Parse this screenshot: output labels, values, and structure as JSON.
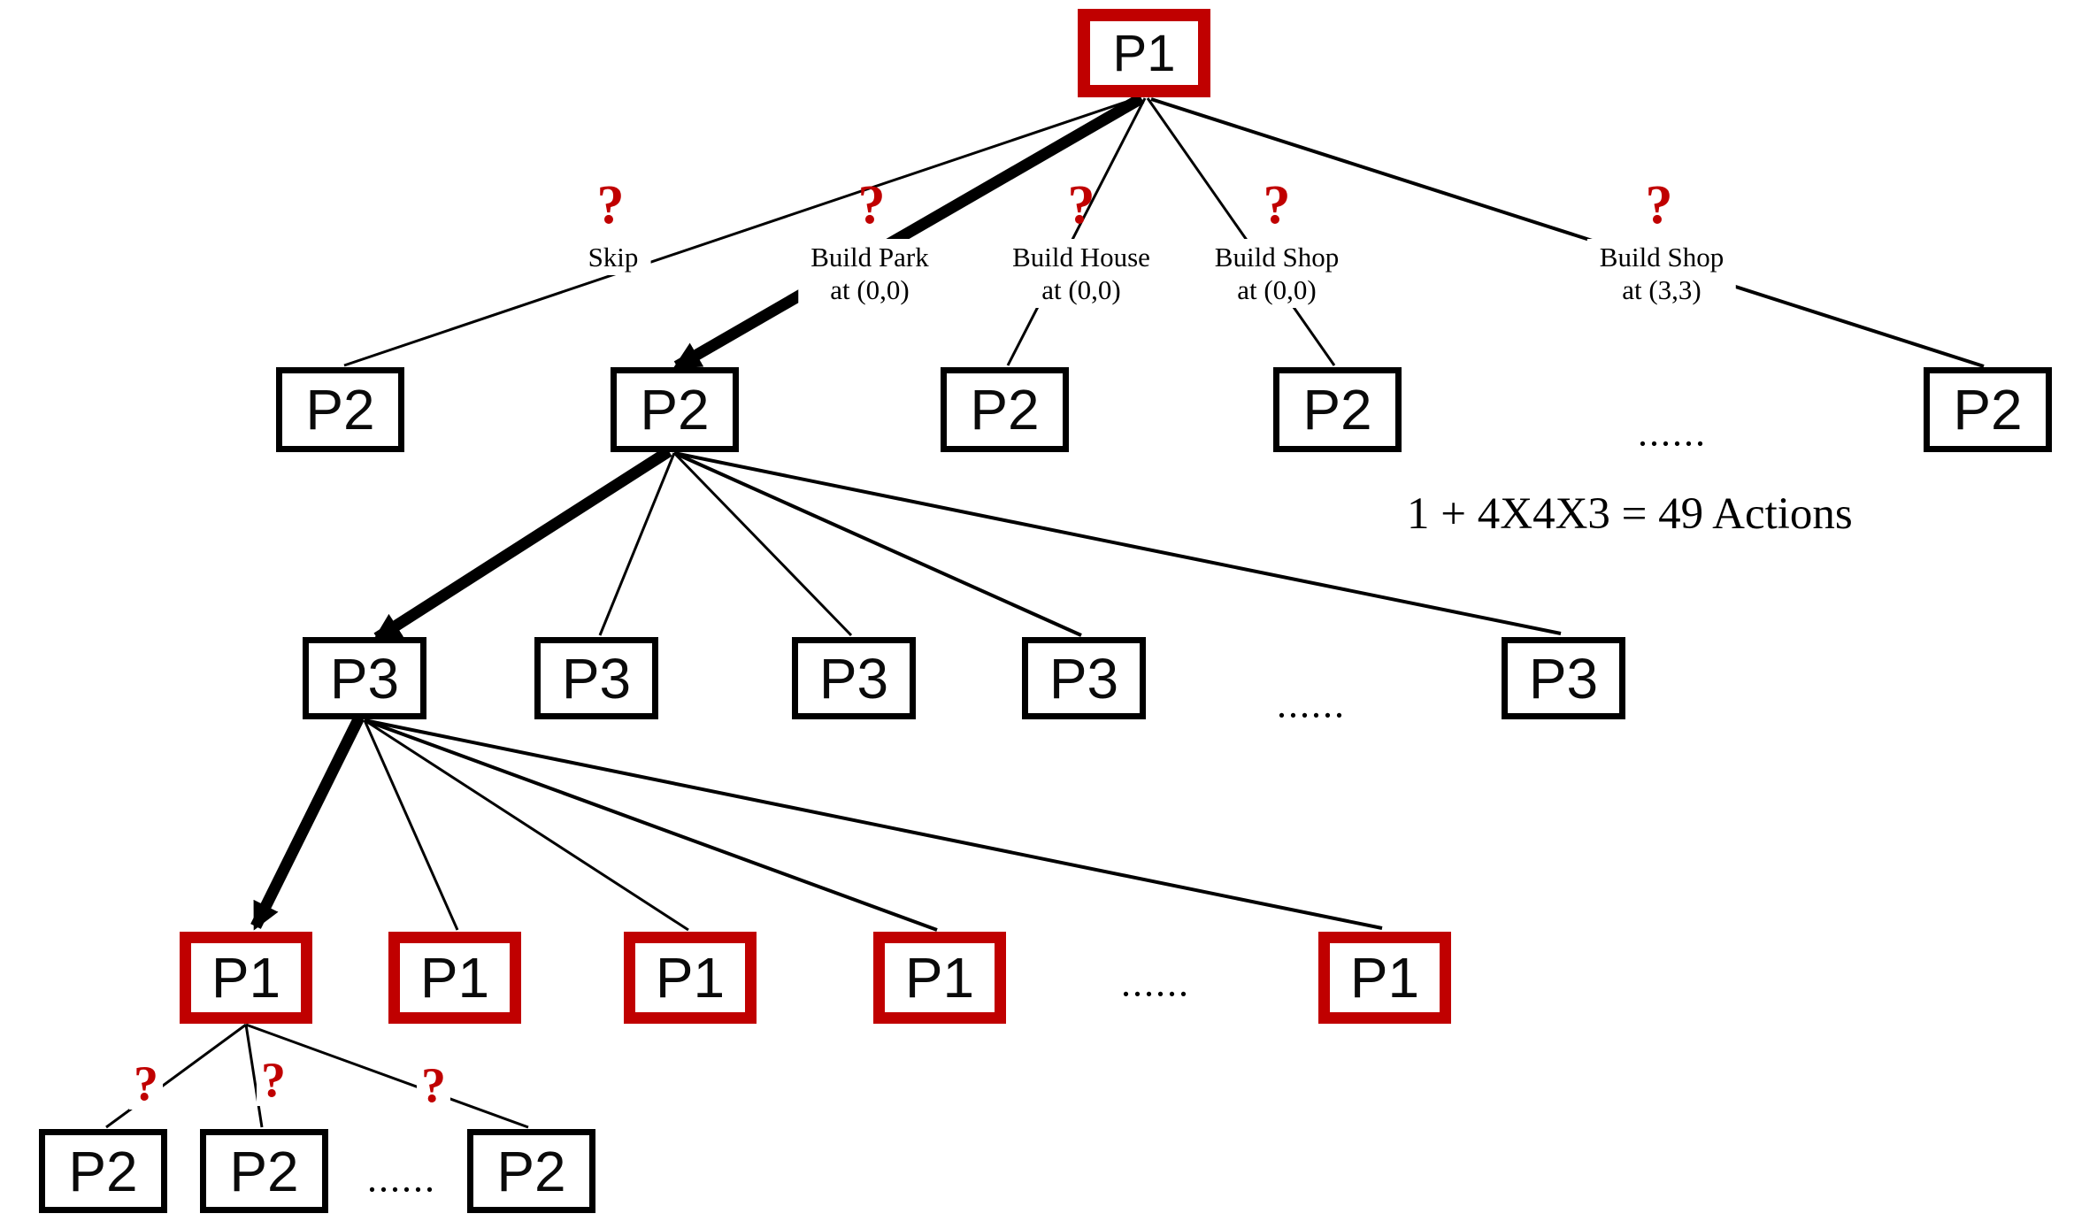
{
  "diagram": {
    "root_label": "P1",
    "level2": {
      "nodes": [
        "P2",
        "P2",
        "P2",
        "P2",
        "P2"
      ],
      "ellipsis": "......"
    },
    "level3": {
      "nodes": [
        "P3",
        "P3",
        "P3",
        "P3",
        "P3"
      ],
      "ellipsis": "......"
    },
    "level4": {
      "nodes": [
        "P1",
        "P1",
        "P1",
        "P1",
        "P1"
      ],
      "ellipsis": "......"
    },
    "level5": {
      "nodes": [
        "P2",
        "P2",
        "P2"
      ],
      "ellipsis": "......"
    },
    "action_labels": [
      {
        "q": "?",
        "line1": "Skip",
        "line2": ""
      },
      {
        "q": "?",
        "line1": "Build Park",
        "line2": "at (0,0)"
      },
      {
        "q": "?",
        "line1": "Build House",
        "line2": "at (0,0)"
      },
      {
        "q": "?",
        "line1": "Build Shop",
        "line2": "at (0,0)"
      },
      {
        "q": "?",
        "line1": "Build Shop",
        "line2": "at (3,3)"
      }
    ],
    "bottom_questions": [
      "?",
      "?",
      "?"
    ],
    "annotation": "1 + 4X4X3 = 49 Actions",
    "colors": {
      "highlight": "#C00000",
      "line": "#000000"
    }
  }
}
